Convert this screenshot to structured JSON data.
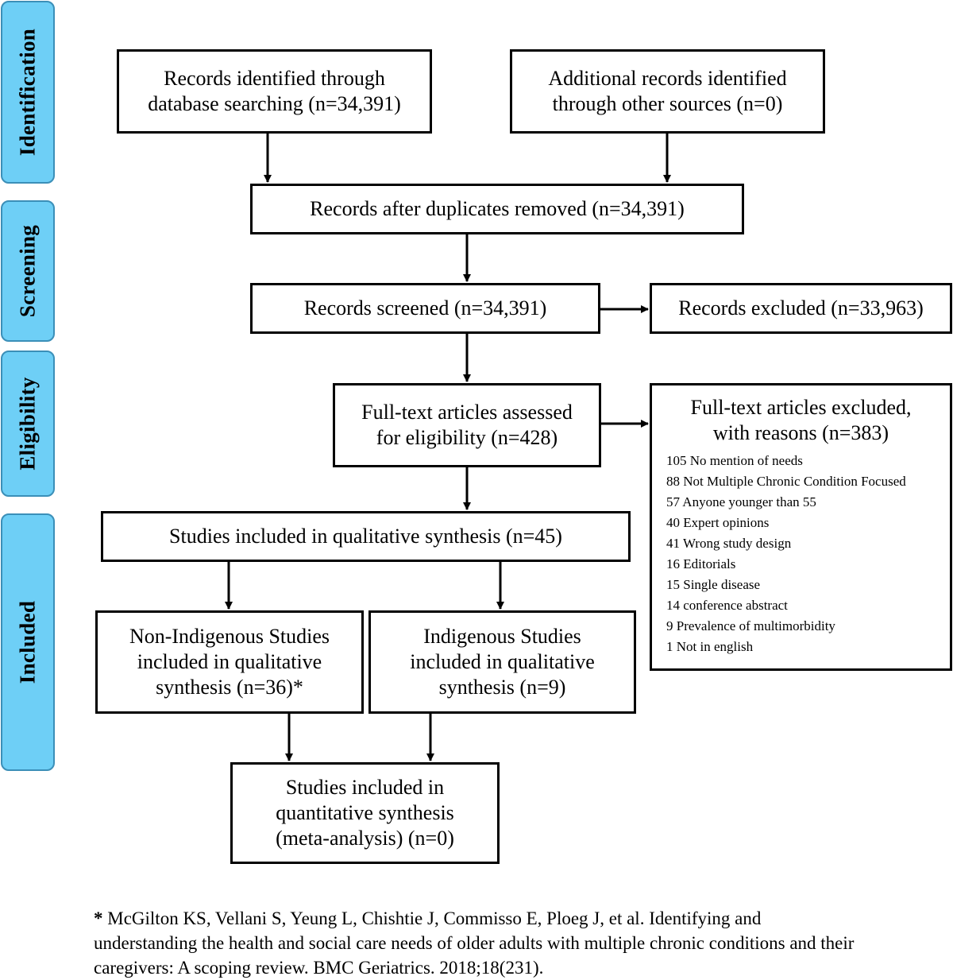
{
  "phases": {
    "identification": "Identification",
    "screening": "Screening",
    "eligibility": "Eligibility",
    "included": "Included"
  },
  "boxes": {
    "database_records": [
      "Records identified through",
      "database searching (n=34,391)"
    ],
    "other_sources": [
      "Additional records identified",
      "through other sources (n=0)"
    ],
    "duplicates_removed": [
      "Records after duplicates removed (n=34,391)"
    ],
    "screened": [
      "Records screened (n=34,391)"
    ],
    "excluded": [
      "Records excluded (n=33,963)"
    ],
    "fulltext_assessed": [
      "Full-text articles assessed",
      "for eligibility (n=428)"
    ],
    "qualitative": [
      "Studies included in qualitative synthesis (n=45)"
    ],
    "non_indigenous": [
      "Non-Indigenous Studies",
      "included in qualitative",
      "synthesis (n=36)*"
    ],
    "indigenous": [
      "Indigenous Studies",
      "included in qualitative",
      "synthesis (n=9)"
    ],
    "quantitative": [
      "Studies included in",
      "quantitative synthesis",
      "(meta-analysis) (n=0)"
    ]
  },
  "fulltext_excluded": {
    "title": [
      "Full-text articles excluded,",
      "with reasons (n=383)"
    ],
    "reasons": [
      "105  No mention of needs",
      "88  Not Multiple Chronic Condition Focused",
      "57  Anyone younger than 55",
      "40  Expert opinions",
      "41  Wrong study design",
      "16  Editorials",
      "15  Single disease",
      "14  conference abstract",
      "9  Prevalence of multimorbidity",
      "1  Not in english"
    ]
  },
  "footnote": {
    "marker": "*",
    "lines": [
      " McGilton KS, Vellani S, Yeung L, Chishtie J, Commisso E, Ploeg J, et al. Identifying and",
      "understanding the health and social care needs of older adults with multiple chronic conditions and their",
      "caregivers: A scoping review. BMC Geriatrics. 2018;18(231)."
    ]
  }
}
